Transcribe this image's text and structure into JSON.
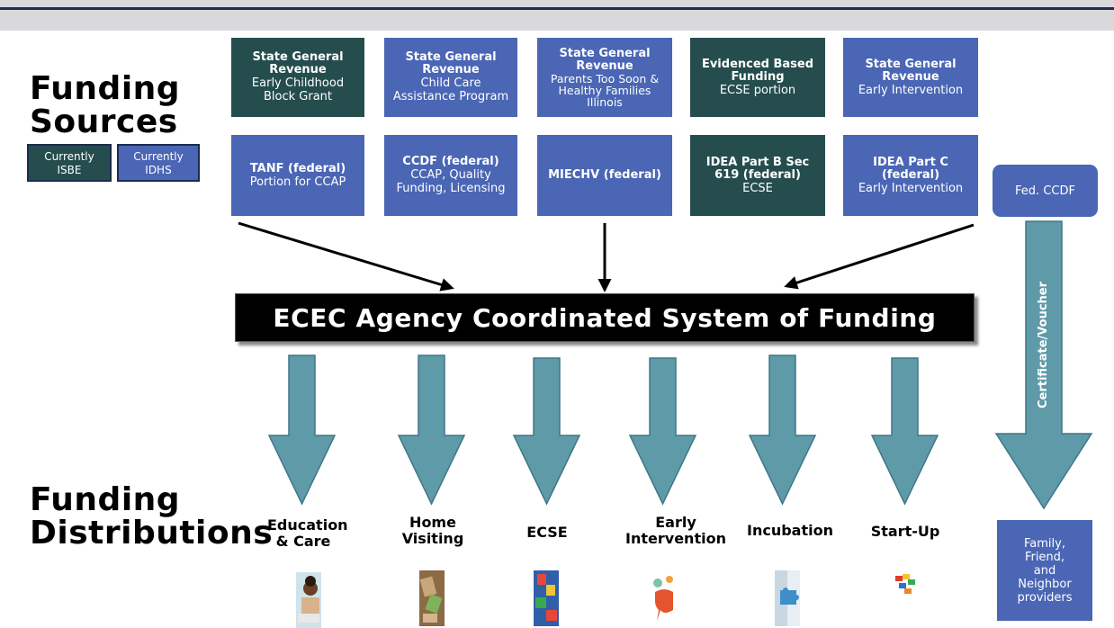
{
  "headings": {
    "sources_line1": "Funding",
    "sources_line2": "Sources",
    "dist_line1": "Funding",
    "dist_line2": "Distributions"
  },
  "legend": {
    "isbe_line1": "Currently",
    "isbe_line2": "ISBE",
    "idhs_line1": "Currently",
    "idhs_line2": "IDHS"
  },
  "colors": {
    "isbe": "#264d4e",
    "idhs": "#4a66b4",
    "arrow": "#5f9aa8"
  },
  "row1": [
    {
      "title": "State General Revenue",
      "sub": "Early Childhood Block Grant"
    },
    {
      "title": "State General Revenue",
      "sub": "Child Care Assistance Program"
    },
    {
      "title": "State General Revenue",
      "sub": "Parents Too Soon & Healthy Families Illinois"
    },
    {
      "title": "Evidenced Based Funding",
      "sub": "ECSE portion"
    },
    {
      "title": "State General Revenue",
      "sub": "Early Intervention"
    }
  ],
  "row2": [
    {
      "title": "TANF (federal)",
      "sub": "Portion for CCAP"
    },
    {
      "title": "CCDF (federal)",
      "sub": "CCAP, Quality Funding, Licensing"
    },
    {
      "title": "MIECHV (federal)",
      "sub": ""
    },
    {
      "title": "IDEA Part B Sec 619 (federal)",
      "sub": "ECSE"
    },
    {
      "title": "IDEA Part C (federal)",
      "sub": "Early Intervention"
    }
  ],
  "fed_ccdf": "Fed. CCDF",
  "banner": "ECEC Agency Coordinated System of Funding",
  "voucher": "Certificate/Voucher",
  "distributions": [
    {
      "line1": "Education",
      "line2": "& Care",
      "icon": "child-reading-photo"
    },
    {
      "line1": "Home",
      "line2": "Visiting",
      "icon": "tags-photo"
    },
    {
      "line1": "ECSE",
      "line2": "",
      "icon": "alphabet-blocks-photo"
    },
    {
      "line1": "Early",
      "line2": "Intervention",
      "icon": "speech-bubble-photo"
    },
    {
      "line1": "Incubation",
      "line2": "",
      "icon": "puzzle-photo"
    },
    {
      "line1": "Start-Up",
      "line2": "",
      "icon": "building-blocks-photo"
    }
  ],
  "ffn": {
    "line1": "Family,",
    "line2": "Friend,",
    "line3": "and",
    "line4": "Neighbor",
    "line5": "providers"
  }
}
